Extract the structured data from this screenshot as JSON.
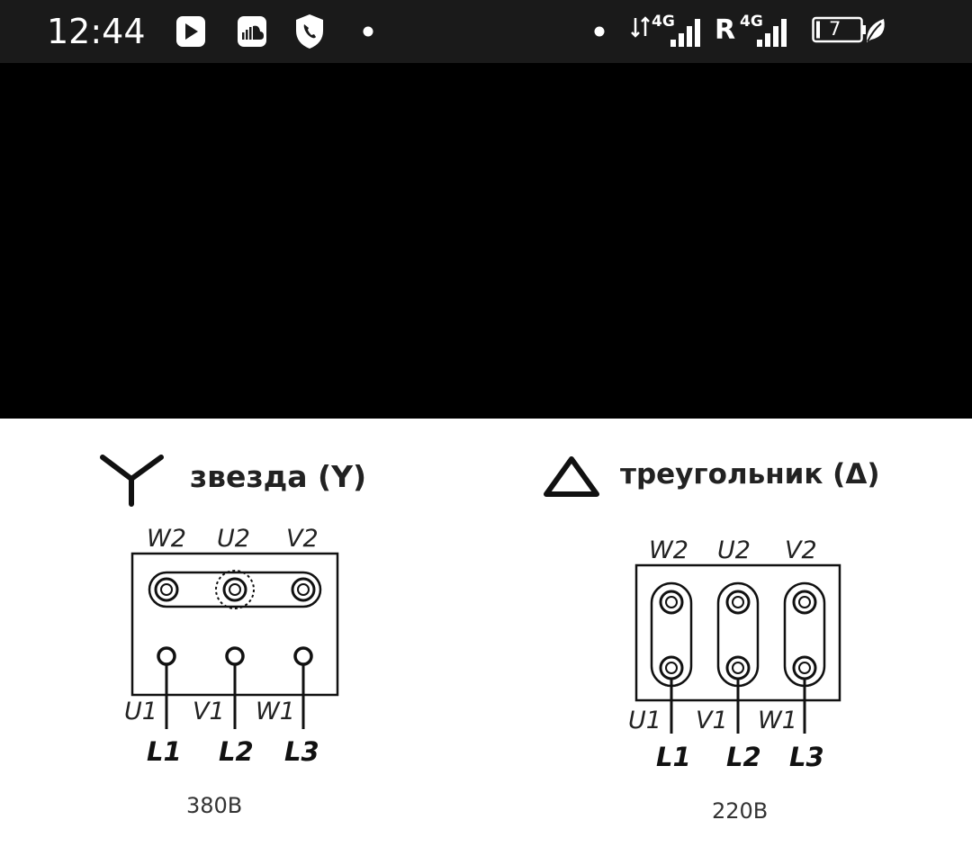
{
  "status_bar": {
    "time": "12:44",
    "network_1": "4G",
    "roaming": "R",
    "network_2": "4G",
    "battery_level": "7",
    "icons": [
      "play-store-icon",
      "soundcloud-icon",
      "shield-phone-icon",
      "dot-icon",
      "data-arrows-icon",
      "signal-icon",
      "battery-icon",
      "leaf-icon"
    ]
  },
  "diagram": {
    "star": {
      "symbol": "Y",
      "title": "звезда (Y)",
      "top_labels": [
        "W2",
        "U2",
        "V2"
      ],
      "bottom_labels": [
        "U1",
        "V1",
        "W1"
      ],
      "lines": [
        "L1",
        "L2",
        "L3"
      ],
      "voltage": "380В"
    },
    "delta": {
      "symbol": "Δ",
      "title": "треугольник (Δ)",
      "top_labels": [
        "W2",
        "U2",
        "V2"
      ],
      "bottom_labels": [
        "U1",
        "V1",
        "W1"
      ],
      "lines": [
        "L1",
        "L2",
        "L3"
      ],
      "voltage": "220В"
    }
  }
}
